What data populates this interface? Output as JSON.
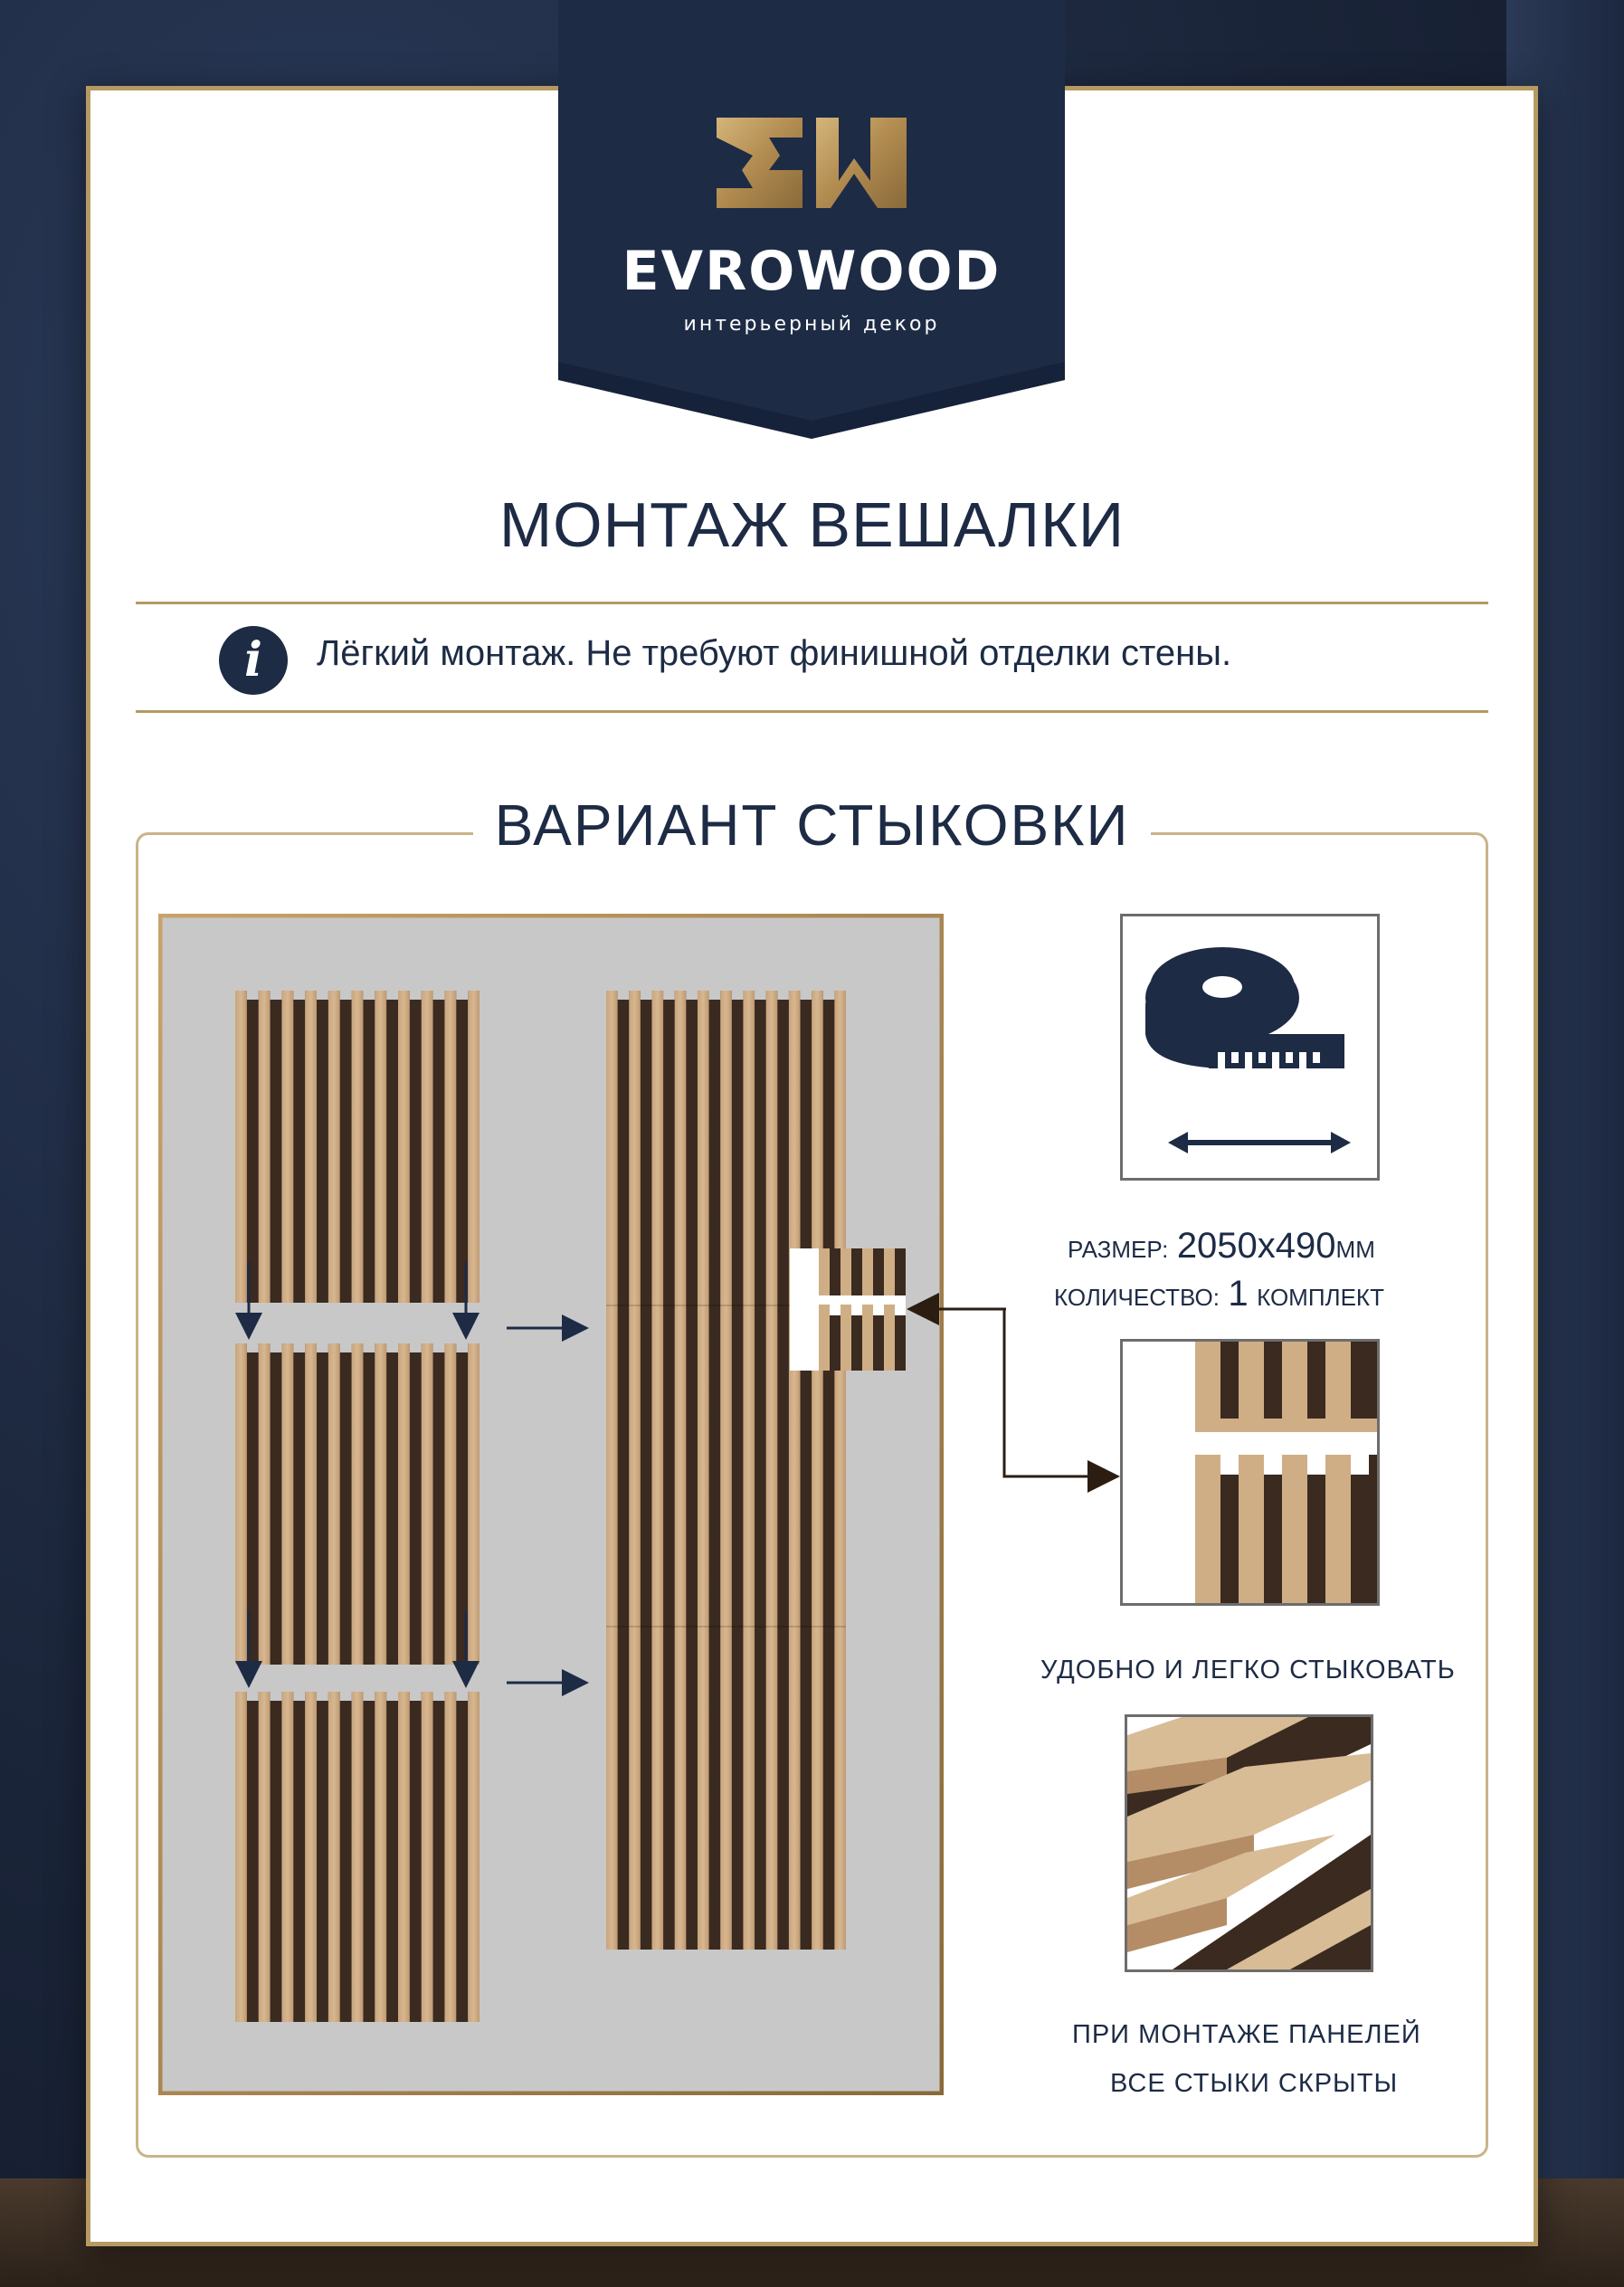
{
  "brand": {
    "name": "EVROWOOD",
    "tagline": "интерьерный декор",
    "monogram": "EW",
    "colors": {
      "navy": "#1d2b45",
      "gold": "#b69a63"
    }
  },
  "title": "МОНТАЖ ВЕШАЛКИ",
  "info": {
    "icon": "info-icon",
    "text": "Лёгкий монтаж. Не требуют финишной отделки стены."
  },
  "section": {
    "title": "ВАРИАНТ СТЫКОВКИ",
    "size_label": "РАЗМЕР:",
    "size_value": "2050х490",
    "size_unit": "ММ",
    "qty_label": "КОЛИЧЕСТВО:",
    "qty_value": "1",
    "qty_unit": "КОМПЛЕКТ",
    "joint_caption": "УДОБНО И ЛЕГКО СТЫКОВАТЬ",
    "hidden_line1": "ПРИ МОНТАЖЕ ПАНЕЛЕЙ",
    "hidden_line2": "ВСЕ СТЫКИ СКРЫТЫ"
  }
}
